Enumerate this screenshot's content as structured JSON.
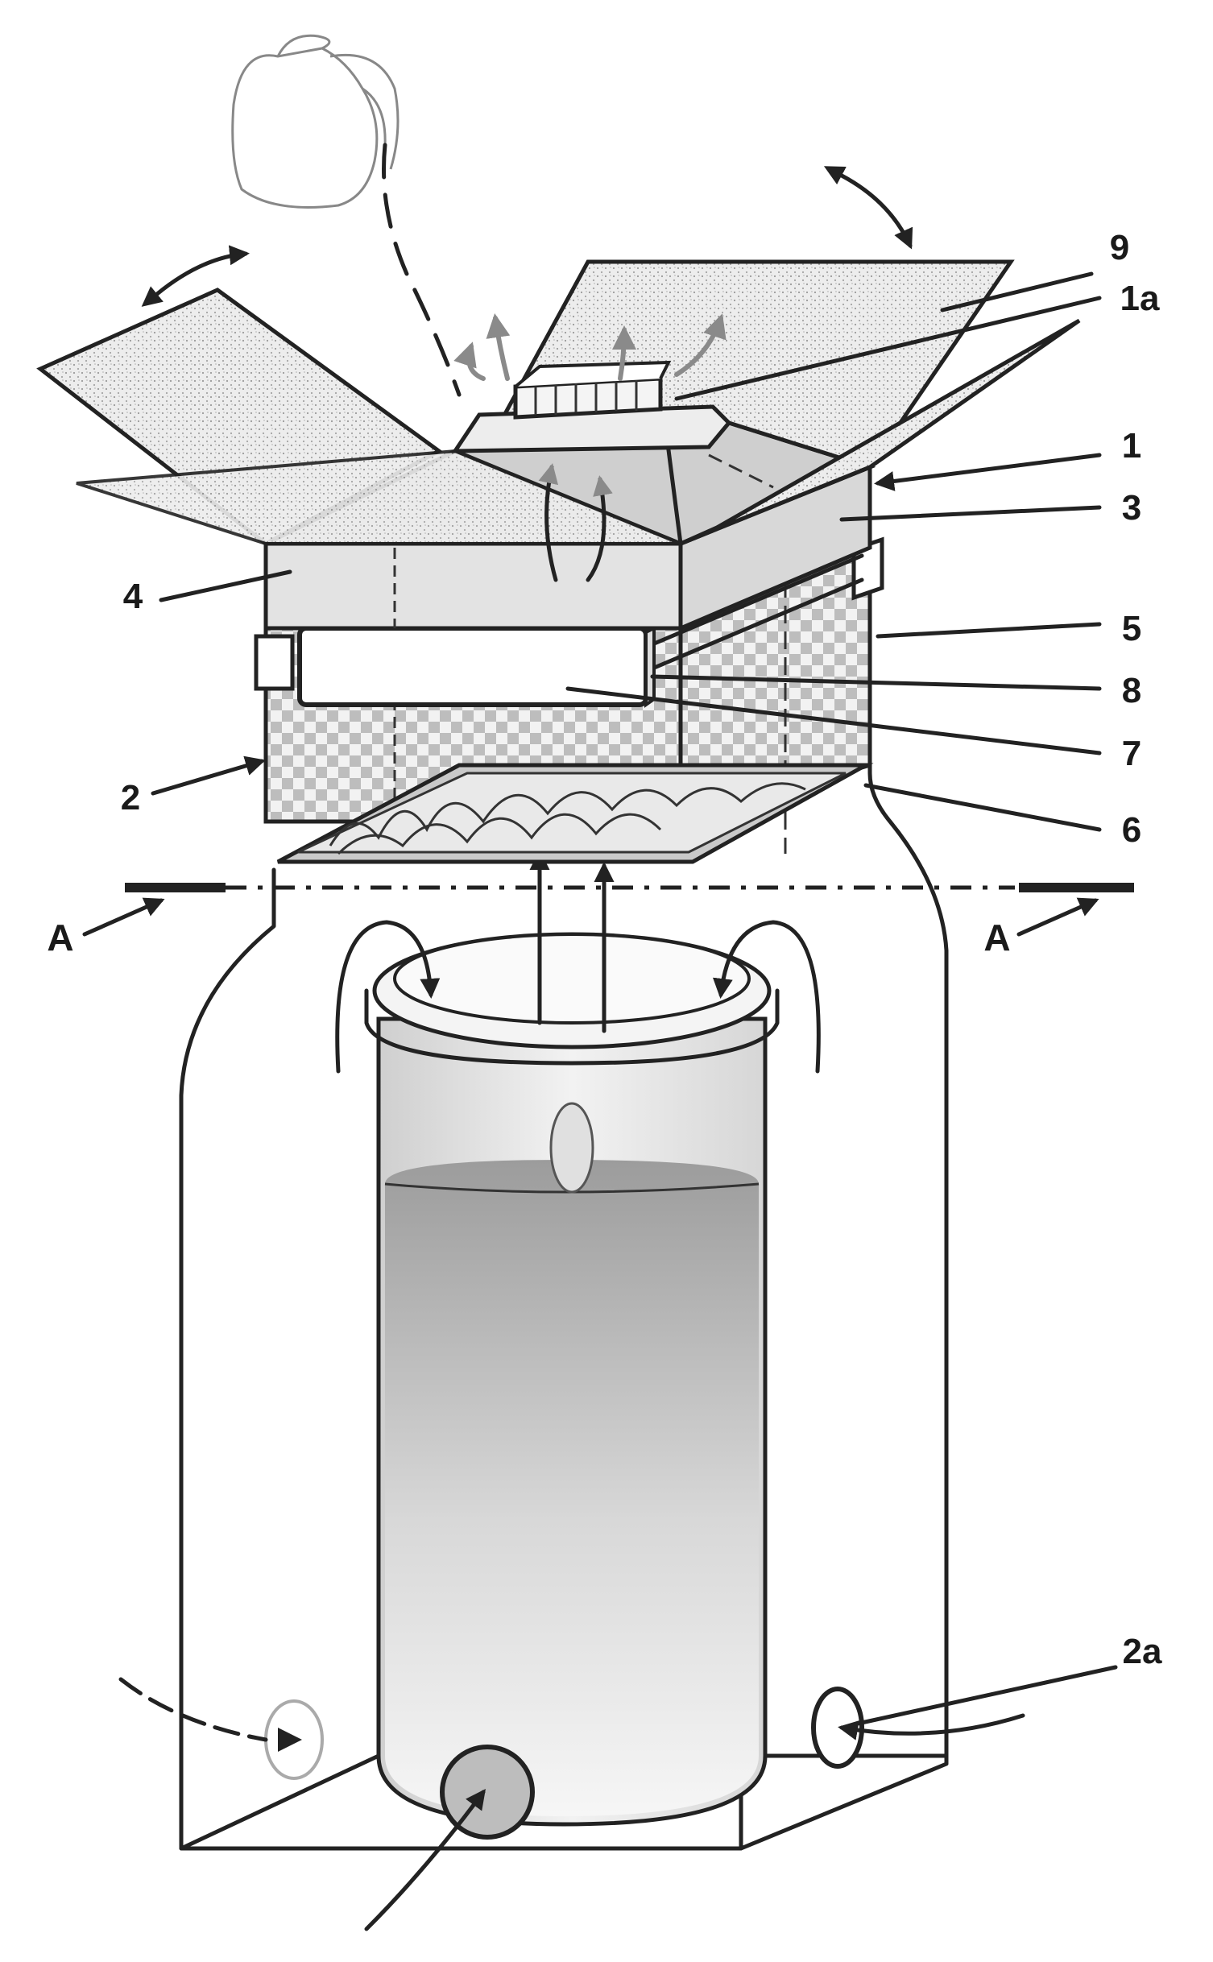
{
  "figure": {
    "labels": {
      "l9": "9",
      "l1a": "1a",
      "l1": "1",
      "l3": "3",
      "l4": "4",
      "l5": "5",
      "l8": "8",
      "l2": "2",
      "l7": "7",
      "l6": "6",
      "a_left": "A",
      "a_right": "A",
      "l2a": "2a"
    },
    "colors": {
      "line": "#222222",
      "panel_fill": "#e6e6e6",
      "mesh_fill": "#d8d8d8",
      "water_top": "#a9a9a9",
      "water_bottom": "#f4f4f4",
      "arrow_gray": "#8a8a8a"
    }
  }
}
